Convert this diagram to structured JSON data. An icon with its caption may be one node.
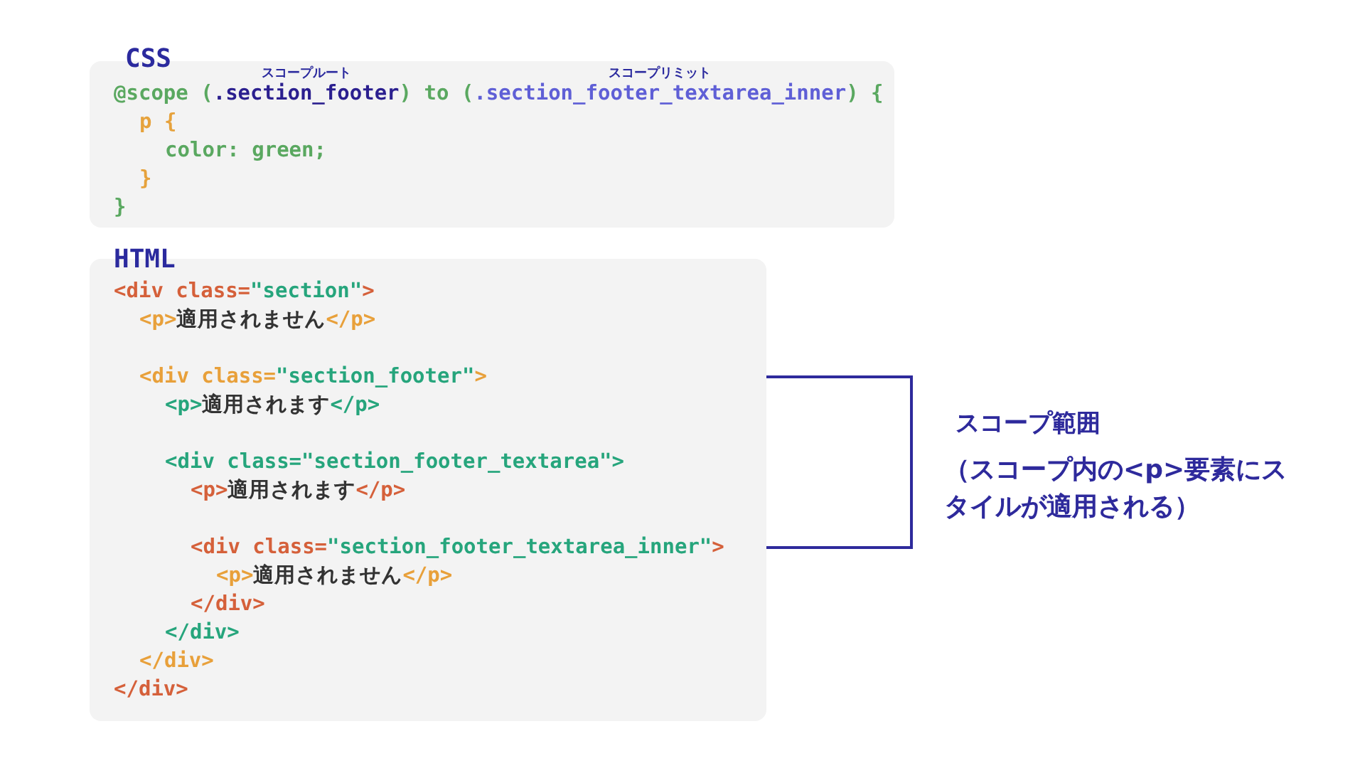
{
  "diagram": {
    "nodes": [
      {
        "text": [
          "CSS",
          "スコープルート",
          "スコープリミット",
          "@scope (.section_footer) to (.section_footer_textarea_inner) {",
          "p {",
          "color: green;",
          "}",
          "}"
        ]
      },
      {
        "text": [
          "HTML",
          "<div class=\"section\">",
          "<p>適用されません</p>",
          "<div class=\"section_footer\">",
          "<p>適用されます</p>",
          "<div class=\"section_footer_textarea\">",
          "<p>適用されます</p>",
          "<div class=\"section_footer_textarea_inner\">",
          "<p>適用されません</p>",
          "</div>",
          "</div>",
          "</div>",
          "</div>"
        ]
      }
    ],
    "labels": [
      "スコープ範囲",
      "（スコープ内の<p>要素にスタイルが適用される）"
    ]
  }
}
